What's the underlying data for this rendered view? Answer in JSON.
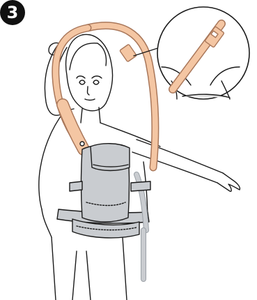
{
  "step": {
    "number": "3"
  },
  "colors": {
    "strap_fill": "#f4c6a3",
    "strap_stroke": "#a9775a",
    "carrier_fill": "#c9ccd0",
    "carrier_dark": "#9aa0a6",
    "line": "#1a1a1a",
    "badge": "#111111"
  },
  "illustration": {
    "icons": [
      "person-figure",
      "baby-carrier",
      "shoulder-strap",
      "zoom-inset-buckle"
    ]
  }
}
